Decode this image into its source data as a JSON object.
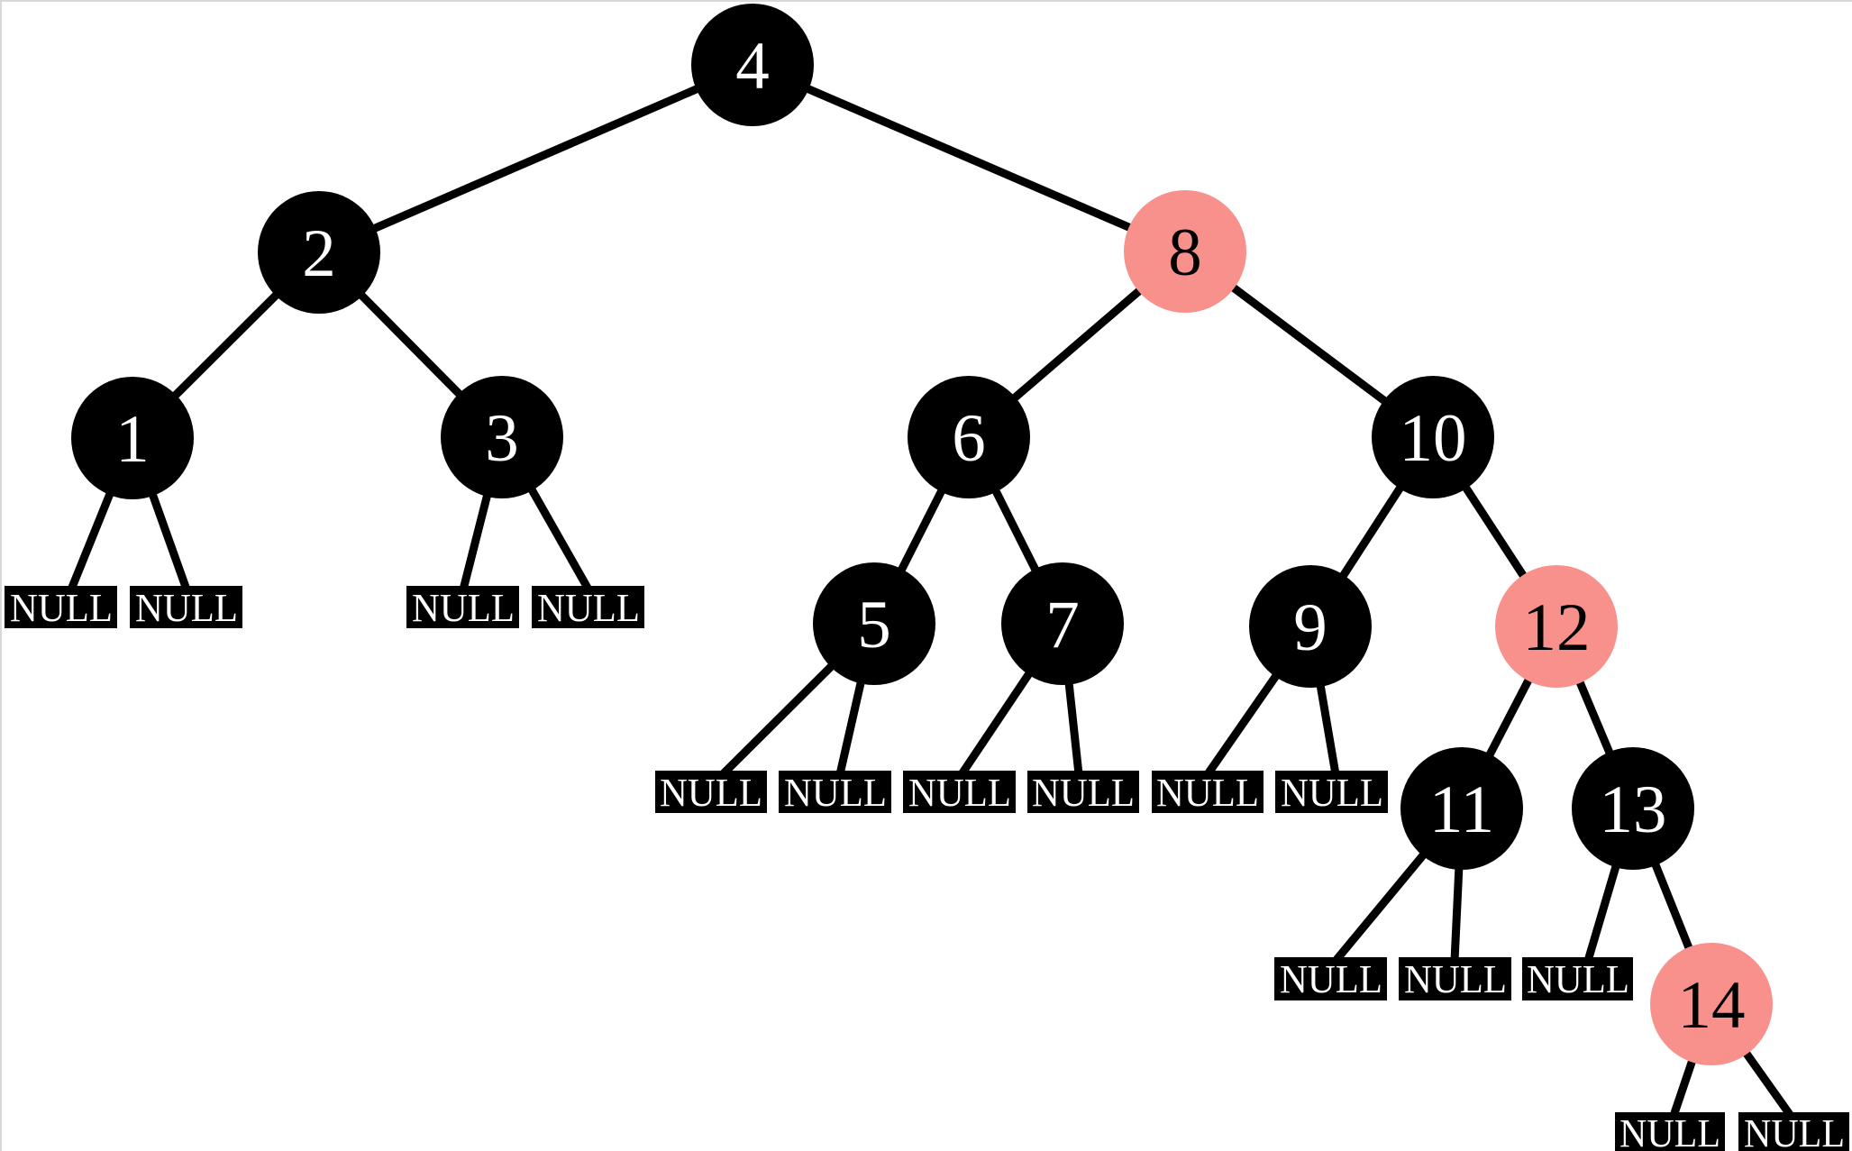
{
  "tree": {
    "kind": "red-black-binary-search-tree",
    "null_label": "NULL",
    "colors": {
      "black": "#000000",
      "red": "#F8918C",
      "text_on_black": "#ffffff",
      "text_on_red": "#000000",
      "edge": "#000000",
      "background": "#ffffff",
      "border": "#d8d8d8"
    },
    "nodes": [
      {
        "label": "4",
        "color": "black"
      },
      {
        "label": "2",
        "color": "black"
      },
      {
        "label": "8",
        "color": "red"
      },
      {
        "label": "1",
        "color": "black"
      },
      {
        "label": "3",
        "color": "black"
      },
      {
        "label": "6",
        "color": "black"
      },
      {
        "label": "10",
        "color": "black"
      },
      {
        "label": "5",
        "color": "black"
      },
      {
        "label": "7",
        "color": "black"
      },
      {
        "label": "9",
        "color": "black"
      },
      {
        "label": "12",
        "color": "red"
      },
      {
        "label": "11",
        "color": "black"
      },
      {
        "label": "13",
        "color": "black"
      },
      {
        "label": "14",
        "color": "red"
      }
    ],
    "edges": [
      [
        "4",
        "2"
      ],
      [
        "4",
        "8"
      ],
      [
        "2",
        "1"
      ],
      [
        "2",
        "3"
      ],
      [
        "8",
        "6"
      ],
      [
        "8",
        "10"
      ],
      [
        "1",
        "NULL"
      ],
      [
        "1",
        "NULL"
      ],
      [
        "3",
        "NULL"
      ],
      [
        "3",
        "NULL"
      ],
      [
        "6",
        "5"
      ],
      [
        "6",
        "7"
      ],
      [
        "10",
        "9"
      ],
      [
        "10",
        "12"
      ],
      [
        "5",
        "NULL"
      ],
      [
        "5",
        "NULL"
      ],
      [
        "7",
        "NULL"
      ],
      [
        "7",
        "NULL"
      ],
      [
        "9",
        "NULL"
      ],
      [
        "9",
        "NULL"
      ],
      [
        "12",
        "11"
      ],
      [
        "12",
        "13"
      ],
      [
        "11",
        "NULL"
      ],
      [
        "11",
        "NULL"
      ],
      [
        "13",
        "NULL"
      ],
      [
        "13",
        "14"
      ],
      [
        "14",
        "NULL"
      ],
      [
        "14",
        "NULL"
      ]
    ]
  }
}
